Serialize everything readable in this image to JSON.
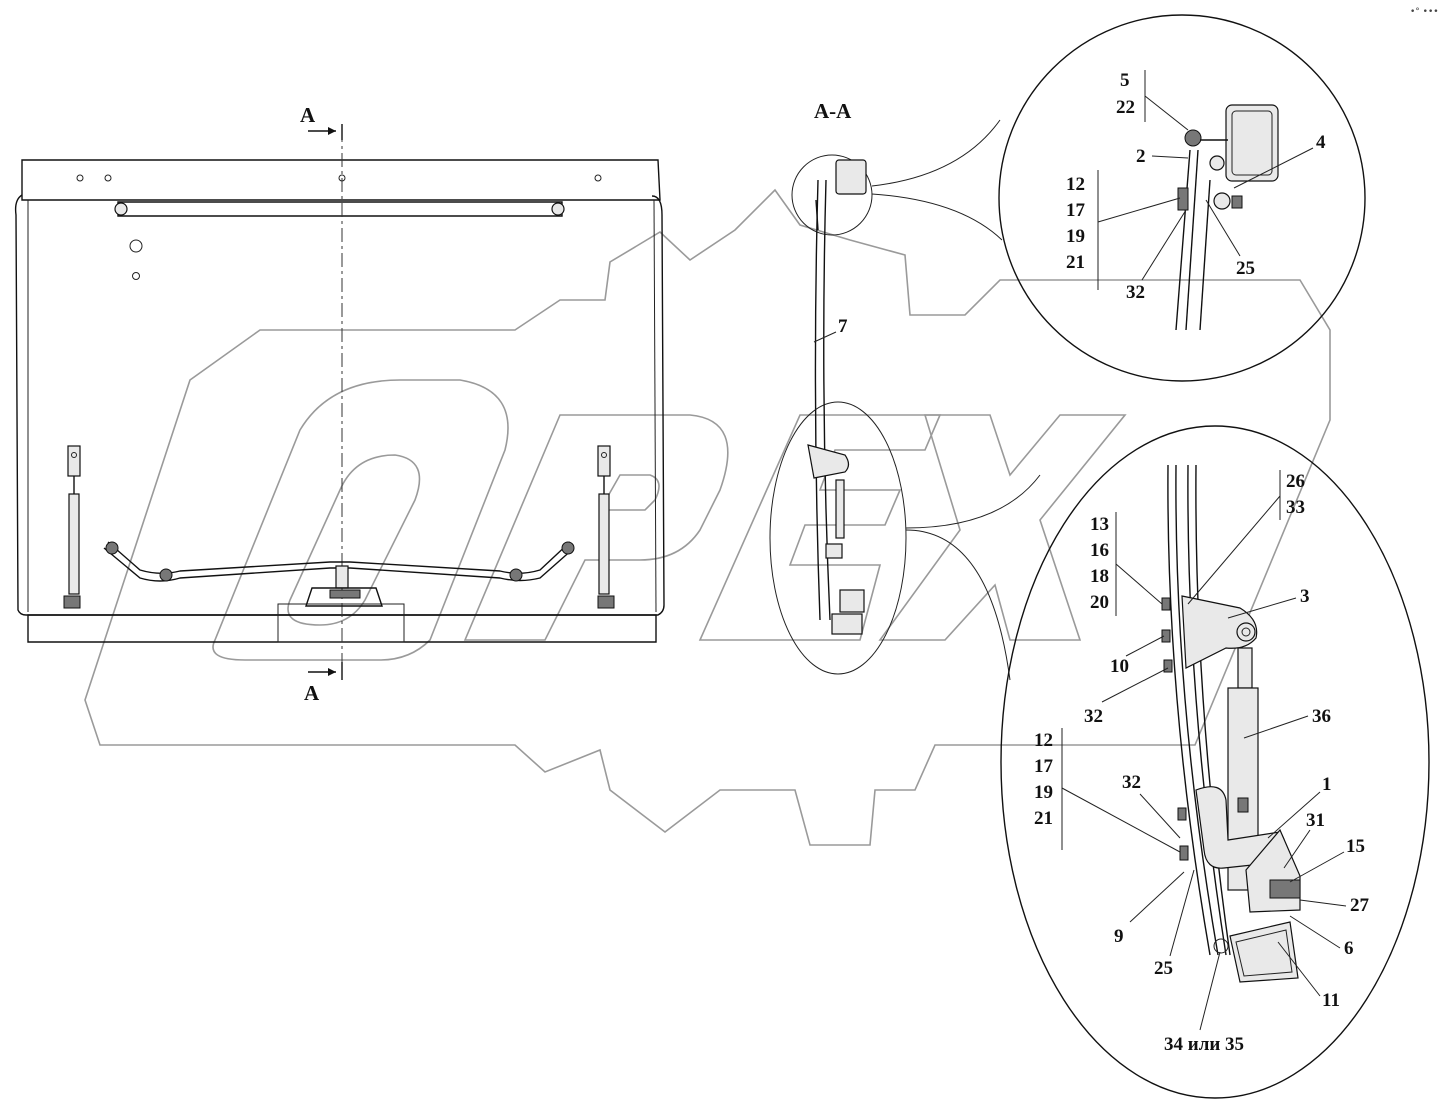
{
  "corner_mark": "•° •••",
  "section": {
    "marker_top": "A",
    "marker_bottom": "A",
    "view_title": "A-A"
  },
  "labels": {
    "l5_22": [
      "5",
      "22"
    ],
    "l2": "2",
    "l4": "4",
    "l12a": [
      "12",
      "17",
      "19",
      "21"
    ],
    "l32a": "32",
    "l25a": "25",
    "l7": "7",
    "l26_33": [
      "26",
      "33"
    ],
    "l13": [
      "13",
      "16",
      "18",
      "20"
    ],
    "l3": "3",
    "l10": "10",
    "l32b": "32",
    "l36": "36",
    "l12b": [
      "12",
      "17",
      "19",
      "21"
    ],
    "l32c": "32",
    "l1": "1",
    "l31": "31",
    "l15": "15",
    "l27": "27",
    "l6": "6",
    "l9": "9",
    "l25b": "25",
    "l11": "11",
    "l34": "34 или 35"
  }
}
